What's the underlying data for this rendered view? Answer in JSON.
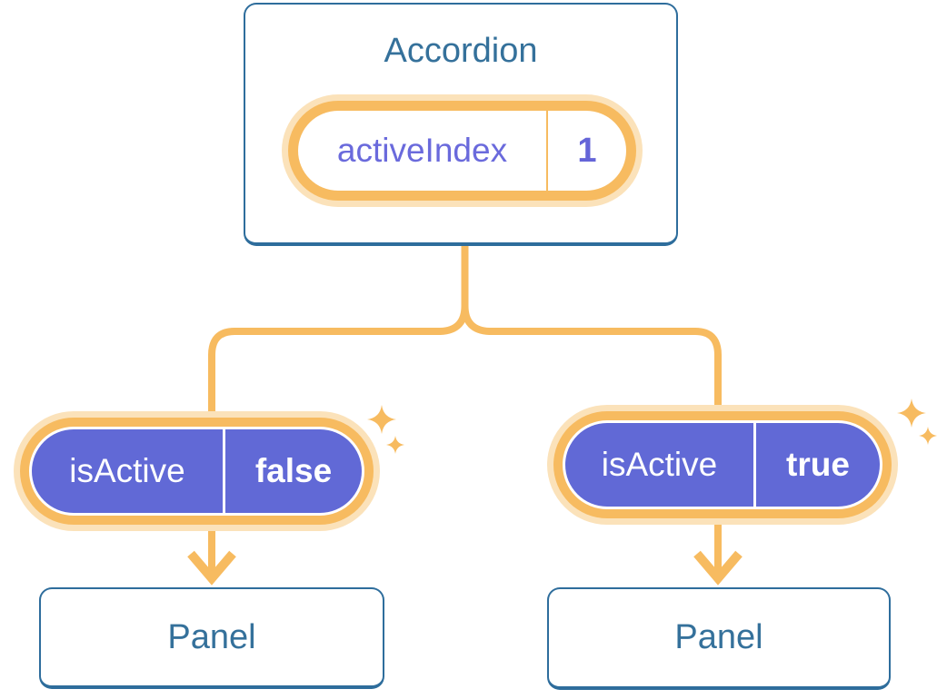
{
  "root_card": {
    "title": "Accordion",
    "prop": {
      "name": "activeIndex",
      "value": "1"
    }
  },
  "left_branch": {
    "prop": {
      "name": "isActive",
      "value": "false"
    },
    "panel_label": "Panel"
  },
  "right_branch": {
    "prop": {
      "name": "isActive",
      "value": "true"
    },
    "panel_label": "Panel"
  },
  "colors": {
    "accent_orange": "#F7BB60",
    "accent_orange_light": "#FBE2BA",
    "pill_purple": "#6169D6",
    "pill_text_purple": "#6A6ADC",
    "steel_blue_text": "#35719B",
    "steel_blue_border": "#2E6D9C",
    "card_background": "#FFFFFF"
  }
}
